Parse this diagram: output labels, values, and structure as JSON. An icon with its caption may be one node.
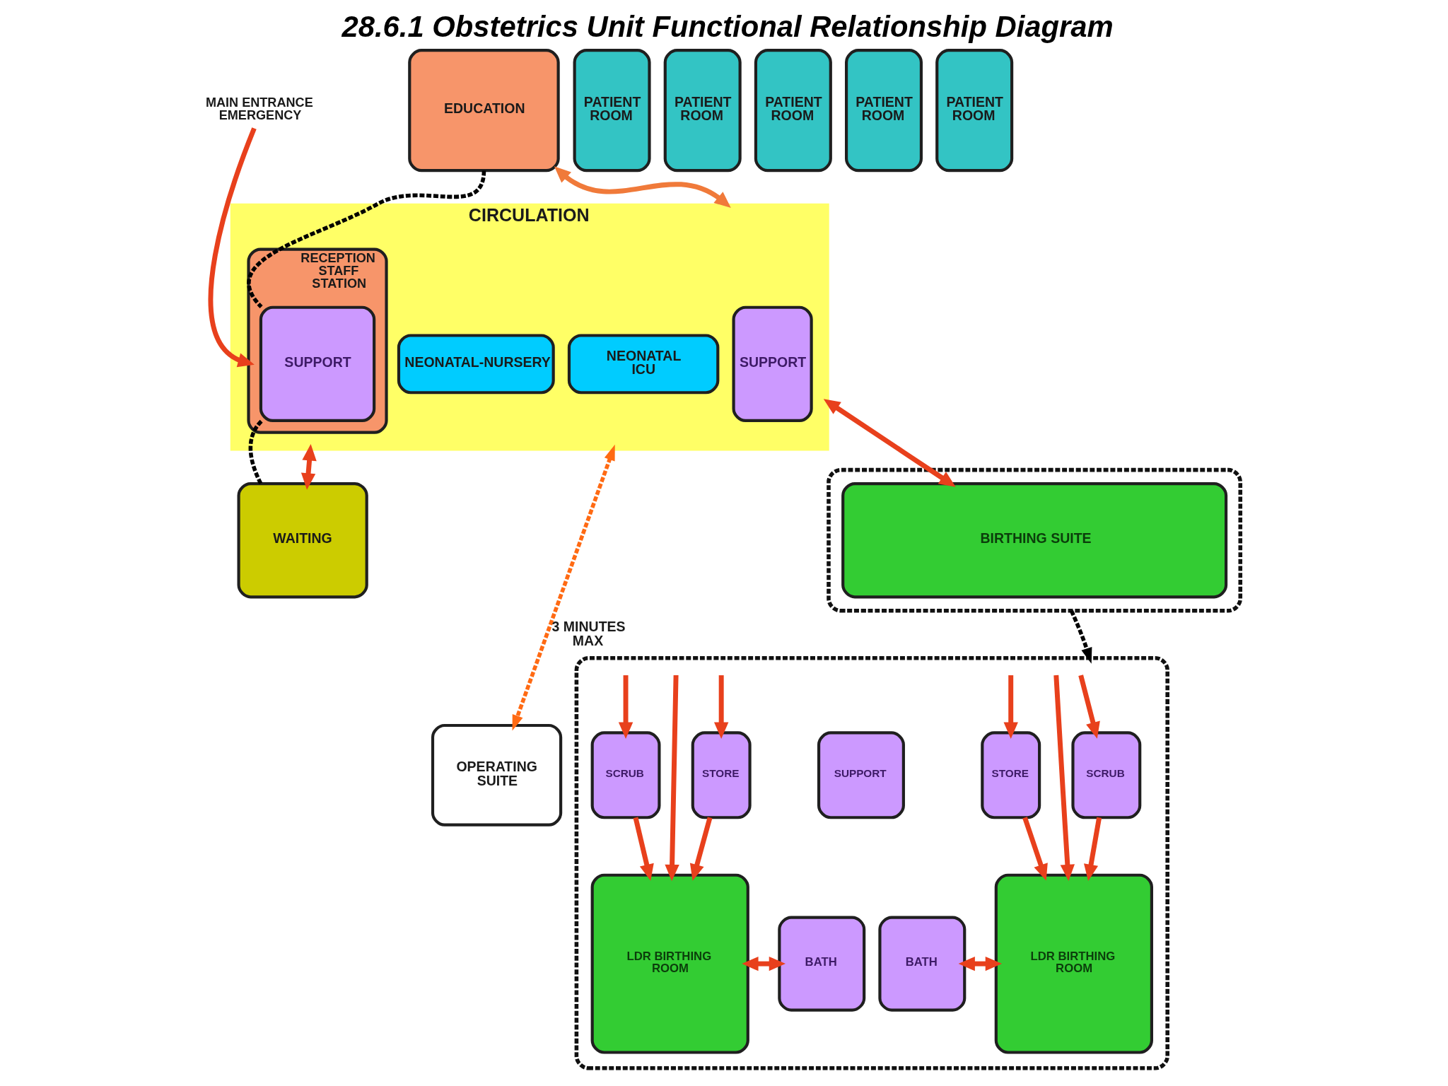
{
  "diagram": {
    "title": "28.6.1 Obstetrics Unit Functional Relationship Diagram",
    "nodes": [
      {
        "text": [
          "EDUCATION"
        ]
      },
      {
        "text": [
          "PATIENT ROOM"
        ]
      },
      {
        "text": [
          "PATIENT ROOM"
        ]
      },
      {
        "text": [
          "PATIENT ROOM"
        ]
      },
      {
        "text": [
          "PATIENT ROOM"
        ]
      },
      {
        "text": [
          "PATIENT ROOM"
        ]
      },
      {
        "text": [
          "CIRCULATION"
        ]
      },
      {
        "text": [
          "RECEPTION",
          "STAFF STATION"
        ],
        "in": 6
      },
      {
        "text": [
          "SUPPORT"
        ],
        "in": 7
      },
      {
        "text": [
          "SUPPORT"
        ],
        "in": 6
      },
      {
        "text": [
          "NEONATAL-NURSERY"
        ],
        "in": 6
      },
      {
        "text": [
          "NEONATAL ICU"
        ],
        "in": 6
      },
      {
        "text": [
          "MAIN ENTRANCE EMERGENCY"
        ]
      },
      {
        "text": [
          "WAITING"
        ]
      },
      {
        "text": [],
        "shape": "box"
      },
      {
        "text": [
          "BIRTHING SUITE"
        ],
        "in": 14
      },
      {
        "text": [
          "OPERATING SUITE"
        ]
      },
      {
        "text": [],
        "shape": "box"
      },
      {
        "text": [
          "SCRUB"
        ],
        "in": 17
      },
      {
        "text": [
          "STORE"
        ],
        "in": 17
      },
      {
        "text": [
          "SUPPORT"
        ],
        "in": 17
      },
      {
        "text": [
          "STORE"
        ],
        "in": 17
      },
      {
        "text": [
          "SCRUB"
        ],
        "in": 17
      },
      {
        "text": [
          "LDR BIRTHING ROOM"
        ],
        "in": 17
      },
      {
        "text": [
          "BATH"
        ],
        "in": 17
      },
      {
        "text": [
          "BATH"
        ],
        "in": 17
      },
      {
        "text": [
          "LDR BIRTHING ROOM"
        ],
        "in": 17
      }
    ],
    "edges": [
      {
        "from": 12,
        "to": 7,
        "arrow": "to"
      },
      {
        "from": 0,
        "to": 6,
        "arrow": "both",
        "color": "#f07a3a"
      },
      {
        "from": 0,
        "to": 8,
        "arrow": "none",
        "style": "dashed",
        "color": "#000000"
      },
      {
        "from": 8,
        "to": 13,
        "arrow": "none",
        "style": "dashed",
        "color": "#000000"
      },
      {
        "from": 6,
        "to": 13,
        "arrow": "both"
      },
      {
        "from": 6,
        "to": 15,
        "arrow": "both"
      },
      {
        "from": 6,
        "to": 16,
        "arrow": "both",
        "label": "3 MINUTES MAX",
        "style": "dashed",
        "color": "#ff6a13"
      },
      {
        "from": 14,
        "to": 17,
        "arrow": "to",
        "style": "dashed",
        "color": "#000000"
      },
      {
        "from": null,
        "to": 18,
        "arrow": "to"
      },
      {
        "from": null,
        "to": 23,
        "arrow": "to"
      },
      {
        "from": null,
        "to": 19,
        "arrow": "to"
      },
      {
        "from": 18,
        "to": 23,
        "arrow": "to"
      },
      {
        "from": 19,
        "to": 23,
        "arrow": "to"
      },
      {
        "from": 23,
        "to": 24,
        "arrow": "both"
      },
      {
        "from": null,
        "to": 21,
        "arrow": "to"
      },
      {
        "from": null,
        "to": 22,
        "arrow": "to"
      },
      {
        "from": null,
        "to": 26,
        "arrow": "to"
      },
      {
        "from": 21,
        "to": 26,
        "arrow": "to"
      },
      {
        "from": 22,
        "to": 26,
        "arrow": "to"
      },
      {
        "from": 25,
        "to": 26,
        "arrow": "both"
      }
    ]
  }
}
